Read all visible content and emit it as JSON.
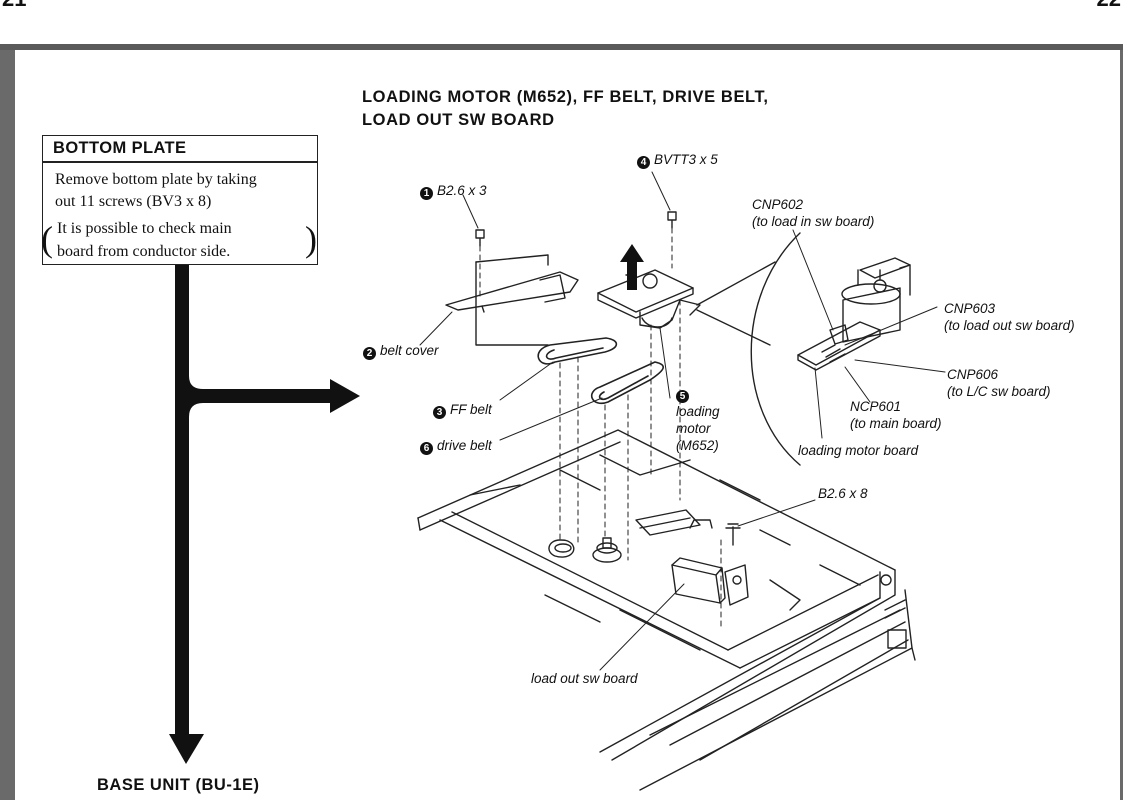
{
  "page": {
    "left_number": "21",
    "right_number": "22"
  },
  "title": {
    "line1": "LOADING MOTOR (M652), FF BELT, DRIVE BELT,",
    "line2": "LOAD OUT SW BOARD"
  },
  "bottom_plate": {
    "heading": "BOTTOM PLATE",
    "line1": "Remove bottom plate by taking",
    "line2": "out 11 screws (BV3 x 8)",
    "note_line1": "It is possible to check main",
    "note_line2": "board from conductor side."
  },
  "base_unit": "BASE UNIT (BU-1E)",
  "callouts": {
    "step1": {
      "num": "1",
      "text": "B2.6 x 3"
    },
    "step2": {
      "num": "2",
      "text": "belt cover"
    },
    "step3": {
      "num": "3",
      "text": "FF belt"
    },
    "step4": {
      "num": "4",
      "text": "BVTT3 x 5"
    },
    "step5": {
      "num": "5",
      "line1": "loading",
      "line2": "motor",
      "line3": "(M652)"
    },
    "step6": {
      "num": "6",
      "text": "drive belt"
    },
    "cnp602": {
      "line1": "CNP602",
      "line2": "(to load in sw board)"
    },
    "cnp603": {
      "line1": "CNP603",
      "line2": "(to load out sw board)"
    },
    "cnp606": {
      "line1": "CNP606",
      "line2": "(to L/C sw board)"
    },
    "ncp601": {
      "line1": "NCP601",
      "line2": "(to main board)"
    },
    "loading_motor_board": "loading motor board",
    "screw_b268": "B2.6 x 8",
    "load_out_sw_board": "load out sw board"
  }
}
